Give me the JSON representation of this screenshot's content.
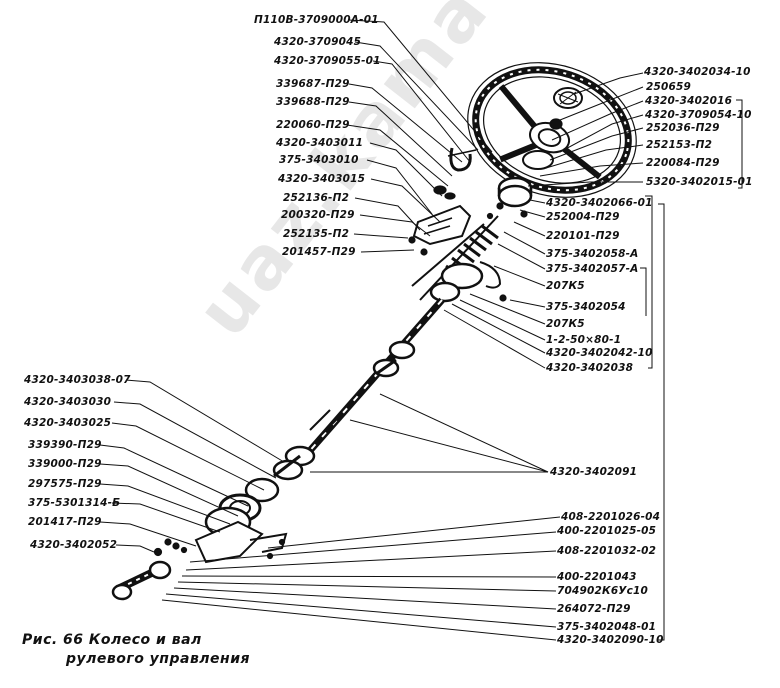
{
  "figure": {
    "caption_line1": "Рис. 66  Колесо и вал",
    "caption_line2": "рулевого управления",
    "watermark": "uaz.kama"
  },
  "labels_top": [
    "П110В-3709000А-01",
    "4320-3709045",
    "4320-3709055-01",
    "339687-П29",
    "339688-П29",
    "220060-П29",
    "4320-3403011",
    "375-3403010",
    "4320-3403015",
    "252136-П2",
    "200320-П29",
    "252135-П2",
    "201457-П29"
  ],
  "labels_right_top": [
    "4320-3402034-10",
    "250659",
    "4320-3402016",
    "4320-3709054-10",
    "252036-П29",
    "252153-П2",
    "220084-П29",
    "5320-3402015-01"
  ],
  "labels_right_mid": [
    "4320-3402066-01",
    "252004-П29",
    "220101-П29",
    "375-3402058-А",
    "375-3402057-А",
    "207К5",
    "375-3402054",
    "207К5",
    "1-2-50×80-1",
    "4320-3402042-10",
    "4320-3402038"
  ],
  "label_shaft": "4320-3402091",
  "labels_left": [
    "4320-3403038-07",
    "4320-3403030",
    "4320-3403025",
    "339390-П29",
    "339000-П29",
    "297575-П29",
    "375-5301314-Б",
    "201417-П29",
    "4320-3402052"
  ],
  "labels_right_bottom": [
    "408-2201026-04",
    "400-2201025-05",
    "408-2201032-02",
    "400-2201043",
    "704902К6Ус10",
    "264072-П29",
    "375-3402048-01",
    "4320-3402090-10"
  ],
  "colors": {
    "ink": "#111111",
    "paper": "#ffffff",
    "watermark": "#8a8a8a"
  }
}
